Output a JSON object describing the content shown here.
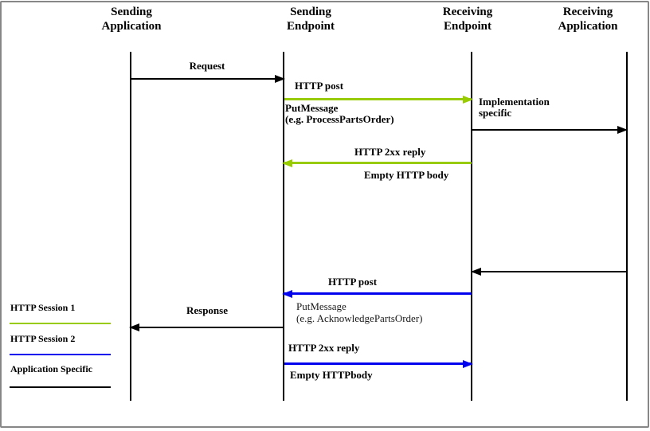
{
  "diagram_type": "sequence-diagram",
  "lifelines": [
    {
      "name": "Sending Application",
      "line1": "Sending",
      "line2": "Application"
    },
    {
      "name": "Sending Endpoint",
      "line1": "Sending",
      "line2": "Endpoint"
    },
    {
      "name": "Receiving Endpoint",
      "line1": "Receiving",
      "line2": "Endpoint"
    },
    {
      "name": "Receiving Application",
      "line1": "Receiving",
      "line2": "Application"
    }
  ],
  "messages": {
    "request": {
      "label": "Request",
      "from": "Sending Application",
      "to": "Sending Endpoint",
      "style": "application-specific"
    },
    "http_post_1": {
      "label": "HTTP post",
      "from": "Sending Endpoint",
      "to": "Receiving Endpoint",
      "style": "http-session-1"
    },
    "put_message_1": {
      "line1": "PutMessage",
      "line2": "(e.g. ProcessPartsOrder)"
    },
    "implementation_specific": {
      "line1": "Implementation",
      "line2": "specific",
      "from": "Receiving Endpoint",
      "to": "Receiving Application",
      "style": "application-specific"
    },
    "http_2xx_reply_1": {
      "label": "HTTP 2xx reply",
      "from": "Receiving Endpoint",
      "to": "Sending Endpoint",
      "style": "http-session-1"
    },
    "empty_body_1": {
      "label": "Empty HTTP body"
    },
    "app_return": {
      "label": "",
      "from": "Receiving Application",
      "to": "Receiving Endpoint",
      "style": "application-specific"
    },
    "http_post_2": {
      "label": "HTTP post",
      "from": "Receiving Endpoint",
      "to": "Sending Endpoint",
      "style": "http-session-2"
    },
    "put_message_2": {
      "line1": "PutMessage",
      "line2": "(e.g. AcknowledgePartsOrder)"
    },
    "response": {
      "label": "Response",
      "from": "Sending Endpoint",
      "to": "Sending Application",
      "style": "application-specific"
    },
    "http_2xx_reply_2": {
      "label": "HTTP 2xx reply",
      "from": "Sending Endpoint",
      "to": "Receiving Endpoint",
      "style": "http-session-2"
    },
    "empty_body_2": {
      "label": "Empty HTTPbody"
    }
  },
  "legend": {
    "items": [
      {
        "label": "HTTP Session 1",
        "color": "#99cc00"
      },
      {
        "label": "HTTP Session 2",
        "color": "#0202ee"
      },
      {
        "label": "Application Specific",
        "color": "#000000"
      }
    ]
  },
  "colors": {
    "http_session_1": "#99cc00",
    "http_session_2": "#0202ee",
    "application_specific": "#000000",
    "frame_border": "#878787",
    "background": "#ffffff"
  }
}
